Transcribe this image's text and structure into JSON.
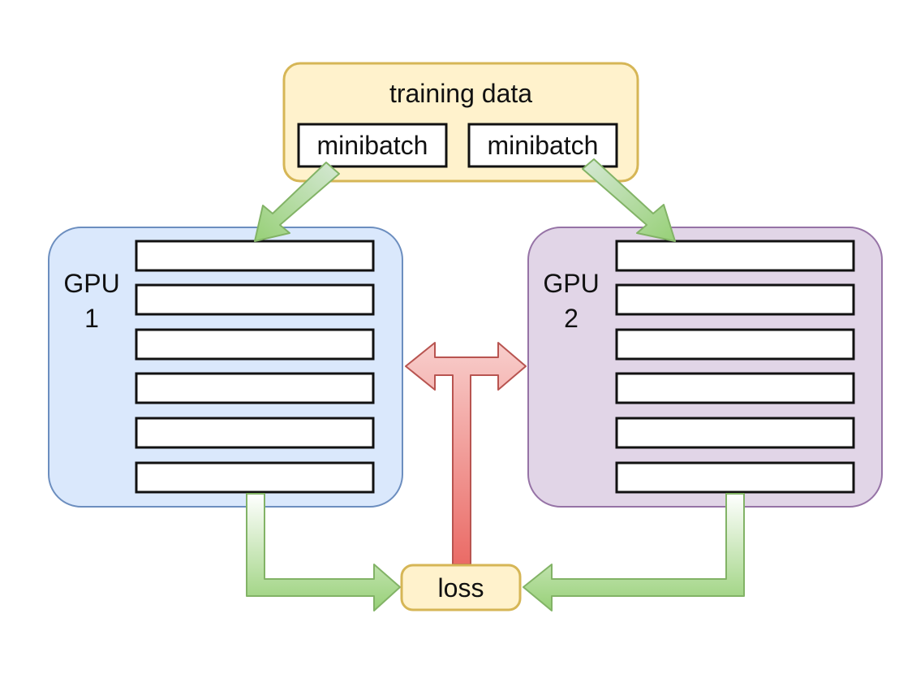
{
  "training_data": {
    "title": "training data",
    "minibatches": [
      "minibatch",
      "minibatch"
    ]
  },
  "gpus": [
    {
      "label_line1": "GPU",
      "label_line2": "1",
      "layer_count": 6
    },
    {
      "label_line1": "GPU",
      "label_line2": "2",
      "layer_count": 6
    }
  ],
  "loss": {
    "label": "loss"
  },
  "colors": {
    "data_fill": "#fff2cc",
    "data_stroke": "#d6b656",
    "gpu1_fill": "#dae8fc",
    "gpu1_stroke": "#6c8ebf",
    "gpu2_fill": "#e1d5e7",
    "gpu2_stroke": "#9673a6",
    "green_arrow_stroke": "#82b366",
    "green_arrow_fill": "#d5e8d4",
    "red_arrow_stroke": "#b85450",
    "red_arrow_fill": "#f8cecc"
  }
}
